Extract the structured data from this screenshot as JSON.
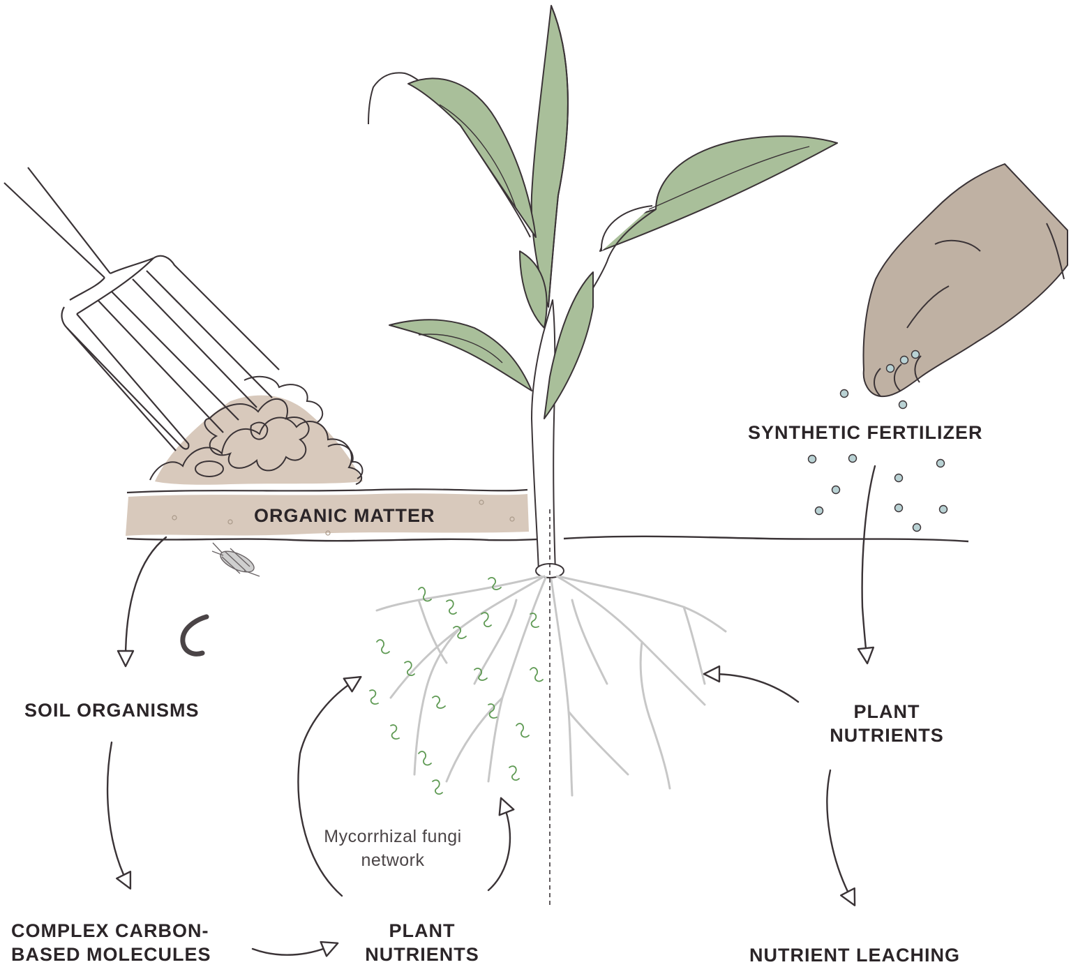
{
  "labels": {
    "organic_matter": "ORGANIC MATTER",
    "synthetic_fertilizer": "SYNTHETIC FERTILIZER",
    "soil_organisms": "SOIL ORGANISMS",
    "complex_carbon_line1": "COMPLEX CARBON-",
    "complex_carbon_line2": "BASED MOLECULES",
    "plant_nutrients_left_line1": "PLANT",
    "plant_nutrients_left_line2": "NUTRIENTS",
    "plant_nutrients_right_line1": "PLANT",
    "plant_nutrients_right_line2": "NUTRIENTS",
    "mycorrhizal_line1": "Mycorrhizal fungi",
    "mycorrhizal_line2": "network",
    "nutrient_leaching": "NUTRIENT LEACHING"
  },
  "colors": {
    "line": "#3a3336",
    "organic_fill": "#d8c9bc",
    "leaf_green": "#a9bf9a",
    "hand_fill": "#bfb1a3",
    "root_grey": "#c7c7c7",
    "fungi_green": "#5f9a54",
    "granule": "#b9d2d4"
  },
  "icons": [
    "pitchfork-icon",
    "organic-pile-icon",
    "plant-icon",
    "roots-icon",
    "hand-icon",
    "earthworm-icon",
    "woodlouse-icon",
    "fertilizer-granules-icon"
  ]
}
